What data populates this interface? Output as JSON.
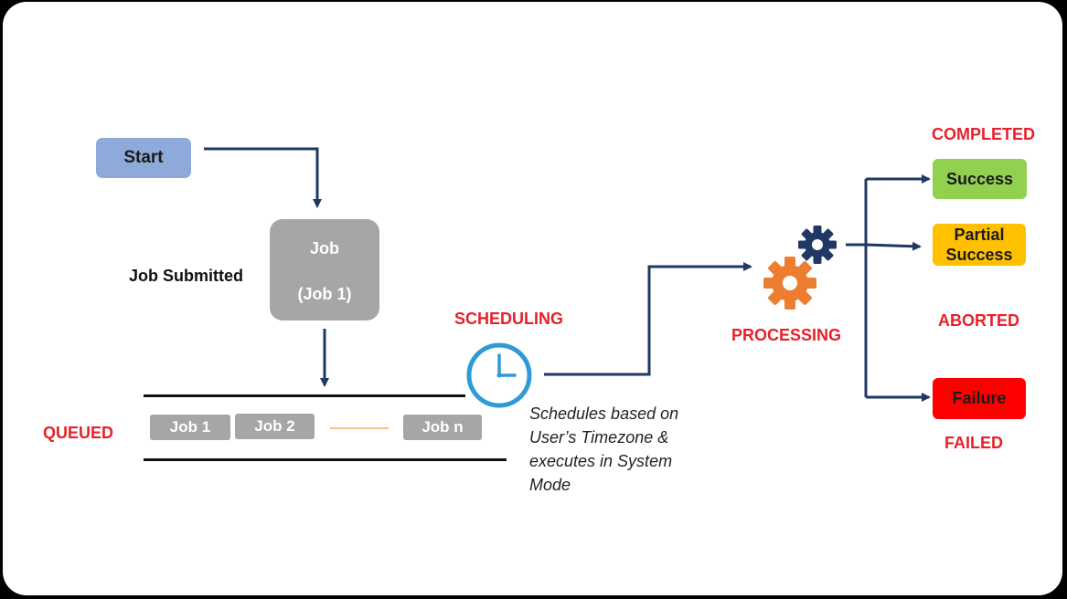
{
  "start": {
    "label": "Start"
  },
  "job": {
    "line1": "Job",
    "line2": "(Job 1)"
  },
  "job_submitted": "Job Submitted",
  "queued": {
    "label": "QUEUED",
    "jobs": [
      "Job 1",
      "Job 2",
      "Job n"
    ]
  },
  "scheduling": {
    "label": "SCHEDULING",
    "note": "Schedules based on User’s Timezone & executes in System Mode"
  },
  "processing": {
    "label": "PROCESSING"
  },
  "outcomes": {
    "completed": "COMPLETED",
    "success": "Success",
    "partial_line1": "Partial",
    "partial_line2": "Success",
    "aborted": "ABORTED",
    "failure": "Failure",
    "failed": "FAILED"
  },
  "colors": {
    "start": "#8eaadb",
    "job": "#a6a6a6",
    "queue_job": "#a6a6a6",
    "success": "#92d050",
    "partial": "#ffc000",
    "failure": "#ff0000",
    "arrow": "#1f3864",
    "red_text": "#e8202a",
    "clock": "#2e9bd6",
    "gear_big": "#ed7d31",
    "gear_small": "#1f3864"
  },
  "icons": [
    "clock-icon",
    "gear-large-icon",
    "gear-small-icon"
  ]
}
